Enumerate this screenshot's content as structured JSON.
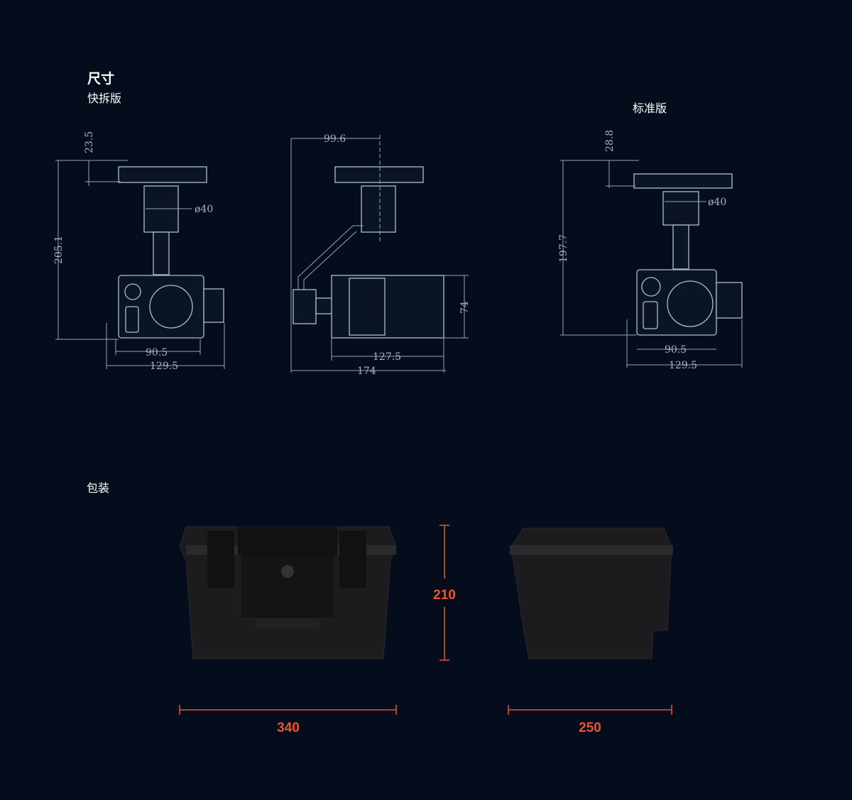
{
  "section_dimensions": {
    "title": "尺寸",
    "quick_release_label": "快拆版",
    "standard_label": "标准版"
  },
  "quick_release_front": {
    "top_height": "23.5",
    "total_height": "205.1",
    "diameter": "ø40",
    "body_width": "90.5",
    "total_width": "129.5"
  },
  "quick_release_side": {
    "offset": "99.6",
    "body_height": "74",
    "body_length": "127.5",
    "total_length": "174"
  },
  "standard_front": {
    "top_height": "28.8",
    "total_height": "197.7",
    "diameter": "ø40",
    "body_width": "90.5",
    "total_width": "129.5"
  },
  "section_packaging": {
    "title": "包装",
    "height": "210",
    "width": "340",
    "depth": "250"
  },
  "colors": {
    "background": "#050c1b",
    "accent": "#ea5530",
    "line": "#8fa9bd"
  }
}
